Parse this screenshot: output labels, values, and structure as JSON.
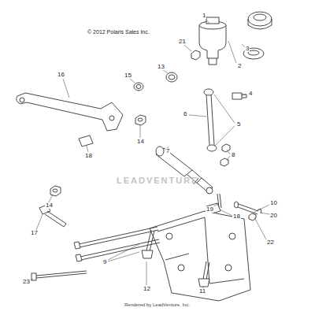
{
  "diagram": {
    "labels": [
      "© 2012 Polaris Sales Inc.",
      "1",
      "21",
      "3",
      "2",
      "4",
      "13",
      "15",
      "16",
      "5",
      "6",
      "14",
      "18",
      "7",
      "8",
      "14",
      "17",
      "20",
      "19",
      "18",
      "10",
      "22",
      "9",
      "23",
      "12",
      "11",
      "LEADVENTURE",
      "Rendered by LeadVenture, Inc."
    ]
  }
}
